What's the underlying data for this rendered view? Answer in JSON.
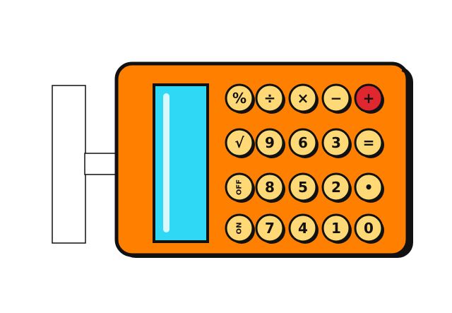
{
  "colors": {
    "body": "#ff8000",
    "outline": "#111111",
    "screen": "#2fd8f5",
    "screen_highlight": "#d8f8ff",
    "key": "#ffd976",
    "key_accent": "#e0262f",
    "stand": "#ffffff"
  },
  "display": {
    "value": ""
  },
  "keys": [
    {
      "label": "%",
      "icon": "percent-icon",
      "accent": false
    },
    {
      "label": "÷",
      "icon": "divide-icon",
      "accent": false
    },
    {
      "label": "×",
      "icon": "multiply-icon",
      "accent": false
    },
    {
      "label": "−",
      "icon": "minus-icon",
      "accent": false
    },
    {
      "label": "+",
      "icon": "plus-icon",
      "accent": true
    },
    {
      "label": "√",
      "icon": "sqrt-icon",
      "accent": false
    },
    {
      "label": "9",
      "icon": "",
      "accent": false
    },
    {
      "label": "6",
      "icon": "",
      "accent": false
    },
    {
      "label": "3",
      "icon": "",
      "accent": false
    },
    {
      "label": "=",
      "icon": "equals-icon",
      "accent": false
    },
    {
      "label": "OFF",
      "icon": "",
      "accent": false
    },
    {
      "label": "8",
      "icon": "",
      "accent": false
    },
    {
      "label": "5",
      "icon": "",
      "accent": false
    },
    {
      "label": "2",
      "icon": "",
      "accent": false
    },
    {
      "label": "•",
      "icon": "decimal-point-icon",
      "accent": false
    },
    {
      "label": "ON",
      "icon": "",
      "accent": false
    },
    {
      "label": "7",
      "icon": "",
      "accent": false
    },
    {
      "label": "4",
      "icon": "",
      "accent": false
    },
    {
      "label": "1",
      "icon": "",
      "accent": false
    },
    {
      "label": "0",
      "icon": "",
      "accent": false
    }
  ]
}
